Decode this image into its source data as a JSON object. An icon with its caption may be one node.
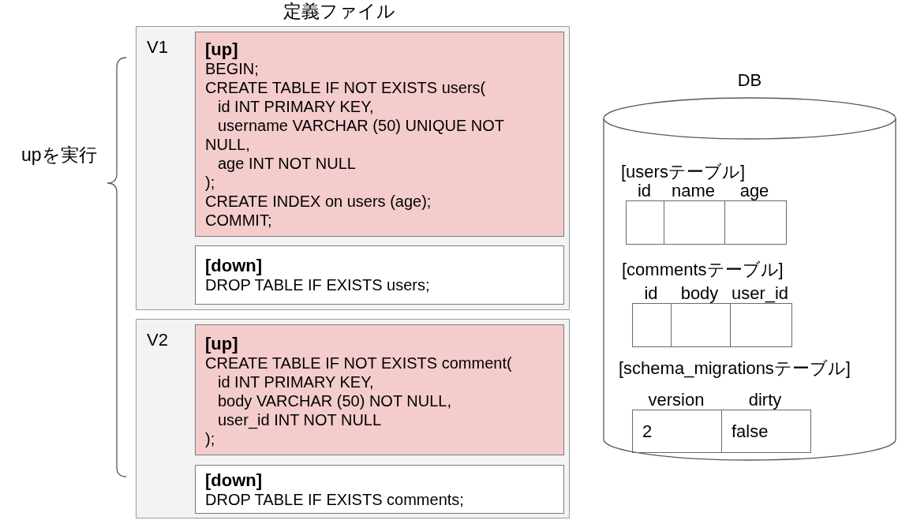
{
  "diagram": {
    "nodes": [
      {
        "text": [
          "V1"
        ]
      },
      {
        "text": [
          "[up]",
          "BEGIN;",
          "CREATE TABLE IF NOT EXISTS users(",
          "id INT PRIMARY KEY,",
          "username VARCHAR (50) UNIQUE NOT NULL,",
          "age INT NOT NULL",
          ");",
          "CREATE INDEX on users (age);",
          "COMMIT;"
        ],
        "in": 0
      },
      {
        "text": [
          "[down]",
          "DROP TABLE IF EXISTS users;"
        ],
        "in": 0
      },
      {
        "text": [
          "V2"
        ]
      },
      {
        "text": [
          "[up]",
          "CREATE TABLE IF NOT EXISTS comment(",
          "id INT PRIMARY KEY,",
          "body VARCHAR (50) NOT NULL,",
          "user_id INT NOT NULL",
          ");"
        ],
        "in": 3
      },
      {
        "text": [
          "[down]",
          "DROP TABLE IF EXISTS comments;"
        ],
        "in": 3
      },
      {
        "text": [
          "DB"
        ]
      },
      {
        "text": [
          "[usersテーブル]",
          "id",
          "name",
          "age"
        ],
        "in": 6
      },
      {
        "text": [
          "[commentsテーブル]",
          "id",
          "body",
          "user_id"
        ],
        "in": 6
      },
      {
        "text": [
          "[schema_migrationsテーブル]",
          "version",
          "dirty",
          "2",
          "false"
        ],
        "in": 6
      }
    ],
    "labels": [
      "定義ファイル",
      "upを実行"
    ]
  }
}
